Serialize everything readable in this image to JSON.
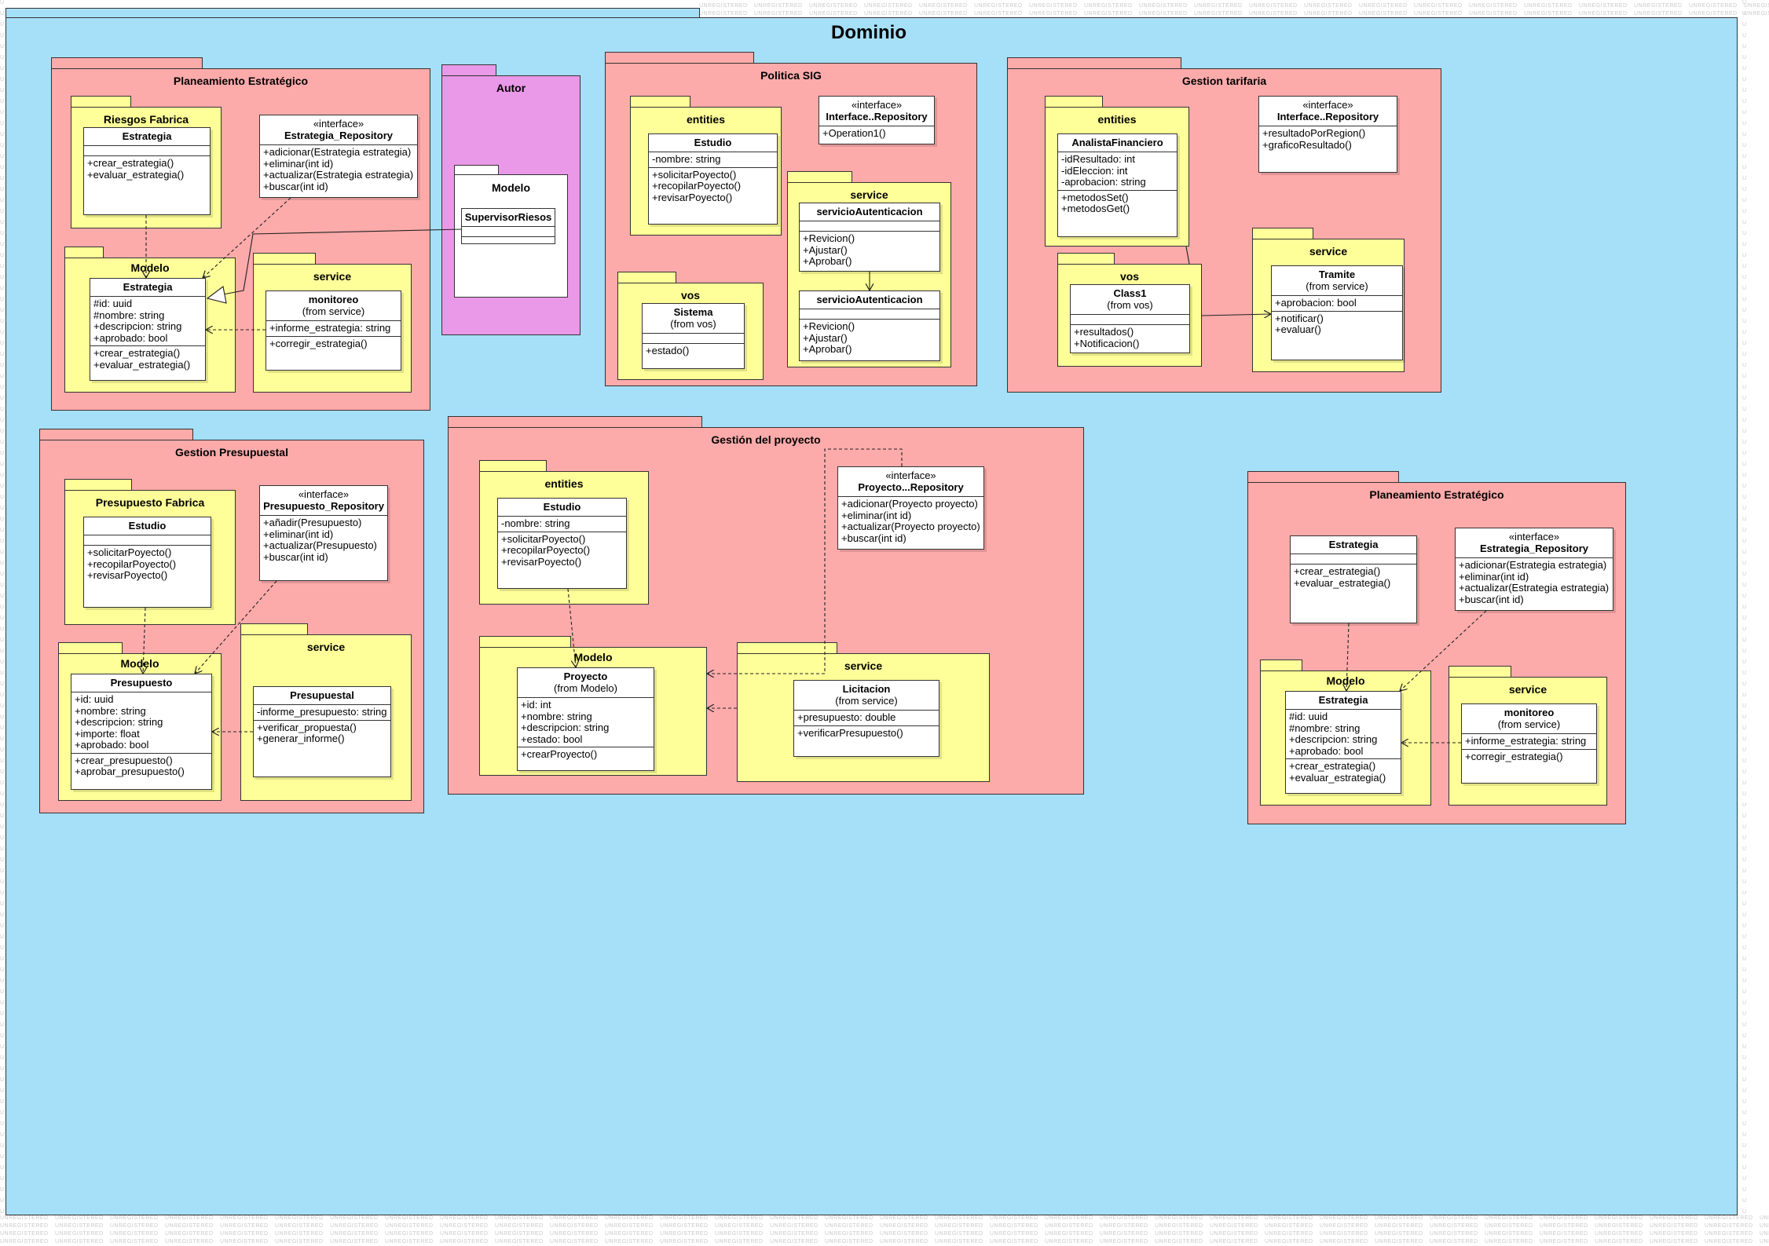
{
  "diagram": {
    "title": "Dominio",
    "watermark_text": "UNREGISTERED",
    "colors": {
      "background": "#a6dff8",
      "package": "#fdaaaa",
      "subpackage": "#ffff99",
      "author": "#ea98e8"
    }
  },
  "packages": {
    "planeamiento1": {
      "title": "Planeamiento Estratégico",
      "riesgos": {
        "title": "Riesgos Fabrica",
        "estrategia": {
          "name": "Estrategia",
          "attrs": [],
          "ops": [
            "+crear_estrategia()",
            "+evaluar_estrategia()"
          ]
        }
      },
      "repo": {
        "stereotype": "«interface»",
        "name": "Estrategia_Repository",
        "attrs": [
          "+adicionar(Estrategia estrategia)",
          "+eliminar(int id)",
          "+actualizar(Estrategia estrategia)",
          "+buscar(int id)"
        ]
      },
      "modelo": {
        "title": "Modelo",
        "estrategia": {
          "name": "Estrategia",
          "attrs": [
            "#id: uuid",
            "#nombre: string",
            "+descripcion: string",
            "+aprobado: bool"
          ],
          "ops": [
            "+crear_estrategia()",
            "+evaluar_estrategia()"
          ]
        }
      },
      "service": {
        "title": "service",
        "monitoreo": {
          "name": "monitoreo",
          "from": "(from service)",
          "attrs": [
            "+informe_estrategia: string"
          ],
          "ops": [
            "+corregir_estrategia()"
          ]
        }
      }
    },
    "autor": {
      "title": "Autor",
      "modelo": {
        "title": "Modelo",
        "supervisor": {
          "name": "SupervisorRiesos"
        }
      }
    },
    "politica": {
      "title": "Politica SIG",
      "entities": {
        "title": "entities",
        "estudio": {
          "name": "Estudio",
          "attrs": [
            "-nombre: string"
          ],
          "ops": [
            "+solicitarPoyecto()",
            "+recopilarPoyecto()",
            "+revisarPoyecto()"
          ]
        }
      },
      "repo": {
        "stereotype": "«interface»",
        "name": "Interface..Repository",
        "ops": [
          "+Operation1()"
        ]
      },
      "service": {
        "title": "service",
        "auth1": {
          "name": "servicioAutenticacion",
          "ops": [
            "+Revicion()",
            "+Ajustar()",
            "+Aprobar()"
          ]
        },
        "auth2": {
          "name": "servicioAutenticacion",
          "ops": [
            "+Revicion()",
            "+Ajustar()",
            "+Aprobar()"
          ]
        }
      },
      "vos": {
        "title": "vos",
        "sistema": {
          "name": "Sistema",
          "from": "(from vos)",
          "ops": [
            "+estado()"
          ]
        }
      }
    },
    "tarifaria": {
      "title": "Gestion tarifaria",
      "entities": {
        "title": "entities",
        "analista": {
          "name": "AnalistaFinanciero",
          "attrs": [
            "-idResultado: int",
            "-idEleccion: int",
            "-aprobacion: string"
          ],
          "ops": [
            "+metodosSet()",
            "+metodosGet()"
          ]
        }
      },
      "repo": {
        "stereotype": "«interface»",
        "name": "Interface..Repository",
        "attrs": [
          "+resultadoPorRegion()",
          "+graficoResultado()"
        ]
      },
      "vos": {
        "title": "vos",
        "class1": {
          "name": "Class1",
          "from": "(from vos)",
          "ops": [
            "+resultados()",
            "+Notificacion()"
          ]
        }
      },
      "service": {
        "title": "service",
        "tramite": {
          "name": "Tramite",
          "from": "(from service)",
          "attrs": [
            "+aprobacion: bool"
          ],
          "ops": [
            "+notificar()",
            "+evaluar()"
          ]
        }
      }
    },
    "presupuestal": {
      "title": "Gestion Presupuestal",
      "fabrica": {
        "title": "Presupuesto Fabrica",
        "estudio": {
          "name": "Estudio",
          "ops": [
            "+solicitarPoyecto()",
            "+recopilarPoyecto()",
            "+revisarPoyecto()"
          ]
        }
      },
      "repo": {
        "stereotype": "«interface»",
        "name": "Presupuesto_Repository",
        "attrs": [
          "+añadir(Presupuesto)",
          "+eliminar(int id)",
          "+actualizar(Presupuesto)",
          "+buscar(int id)"
        ]
      },
      "modelo": {
        "title": "Modelo",
        "presupuesto": {
          "name": "Presupuesto",
          "attrs": [
            "+id: uuid",
            "+nombre: string",
            "+descripcion: string",
            "+importe: float",
            "+aprobado: bool"
          ],
          "ops": [
            "+crear_presupuesto()",
            "+aprobar_presupuesto()"
          ]
        }
      },
      "service": {
        "title": "service",
        "presupuestal": {
          "name": "Presupuestal",
          "attrs": [
            "-informe_presupuesto: string"
          ],
          "ops": [
            "+verificar_propuesta()",
            "+generar_informe()"
          ]
        }
      }
    },
    "proyecto": {
      "title": "Gestión del proyecto",
      "entities": {
        "title": "entities",
        "estudio": {
          "name": "Estudio",
          "attrs": [
            "-nombre: string"
          ],
          "ops": [
            "+solicitarPoyecto()",
            "+recopilarPoyecto()",
            "+revisarPoyecto()"
          ]
        }
      },
      "repo": {
        "stereotype": "«interface»",
        "name": "Proyecto...Repository",
        "attrs": [
          "+adicionar(Proyecto proyecto)",
          "+eliminar(int id)",
          "+actualizar(Proyecto proyecto)",
          "+buscar(int id)"
        ]
      },
      "modelo": {
        "title": "Modelo",
        "proyecto": {
          "name": "Proyecto",
          "from": "(from Modelo)",
          "attrs": [
            "+id: int",
            "+nombre: string",
            "+descripcion: string",
            "+estado: bool"
          ],
          "ops": [
            "+crearProyecto()"
          ]
        }
      },
      "service": {
        "title": "service",
        "licitacion": {
          "name": "Licitacion",
          "from": "(from service)",
          "attrs": [
            "+presupuesto: double"
          ],
          "ops": [
            "+verificarPresupuesto()"
          ]
        }
      }
    },
    "planeamiento2": {
      "title": "Planeamiento Estratégico",
      "estrategia": {
        "name": "Estrategia",
        "attrs": [],
        "ops": [
          "+crear_estrategia()",
          "+evaluar_estrategia()"
        ]
      },
      "repo": {
        "stereotype": "«interface»",
        "name": "Estrategia_Repository",
        "attrs": [
          "+adicionar(Estrategia estrategia)",
          "+eliminar(int id)",
          "+actualizar(Estrategia estrategia)",
          "+buscar(int id)"
        ]
      },
      "modelo": {
        "title": "Modelo",
        "estrategia": {
          "name": "Estrategia",
          "attrs": [
            "#id: uuid",
            "#nombre: string",
            "+descripcion: string",
            "+aprobado: bool"
          ],
          "ops": [
            "+crear_estrategia()",
            "+evaluar_estrategia()"
          ]
        }
      },
      "service": {
        "title": "service",
        "monitoreo": {
          "name": "monitoreo",
          "from": "(from service)",
          "attrs": [
            "+informe_estrategia: string"
          ],
          "ops": [
            "+corregir_estrategia()"
          ]
        }
      }
    }
  }
}
